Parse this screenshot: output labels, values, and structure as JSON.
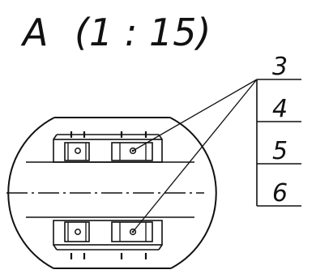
{
  "view": {
    "letter": "A",
    "scale": "(1 : 15)"
  },
  "callouts": [
    "3",
    "4",
    "5",
    "6"
  ],
  "colors": {
    "ink": "#111111",
    "paper": "#ffffff"
  }
}
